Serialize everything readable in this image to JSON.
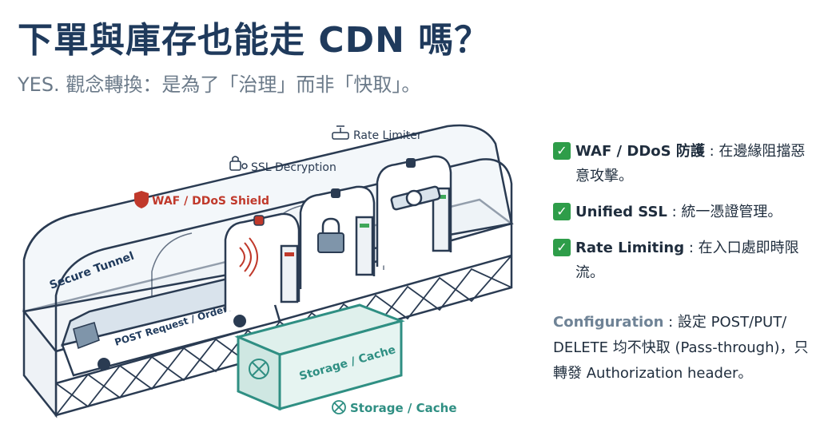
{
  "title": "下單與庫存也能走 CDN 嗎？",
  "subtitle": "YES. 觀念轉換：是為了「治理」而非「快取」。",
  "diagram": {
    "rate_limiter": "Rate Limiter",
    "ssl_decryption": "SSL Decryption",
    "waf_shield": "WAF / DDoS Shield",
    "secure_tunnel": "Secure Tunnel",
    "post_request": "POST Request / Orders",
    "storage_box": "Storage / Cache",
    "storage_label": "Storage / Cache"
  },
  "features": [
    {
      "check": "✓",
      "name": "WAF / DDoS 防護",
      "desc": " : 在邊緣阻擋惡意攻擊。"
    },
    {
      "check": "✓",
      "name": "Unified SSL",
      "desc": " : 統一憑證管理。"
    },
    {
      "check": "✓",
      "name": "Rate Limiting",
      "desc": " : 在入口處即時限流。"
    }
  ],
  "config": {
    "label": "Configuration",
    "text": " : 設定 POST/PUT/ DELETE 均不快取 (Pass-through)，只轉發 Authorization header。"
  },
  "colors": {
    "title": "#1f3a5c",
    "subtitle": "#6b7a89",
    "check": "#2e9d49",
    "waf_red": "#c0392b",
    "storage_teal": "#2f8f83",
    "frame": "#2a3b52",
    "tunnel_fill": "#e9f0f6"
  }
}
